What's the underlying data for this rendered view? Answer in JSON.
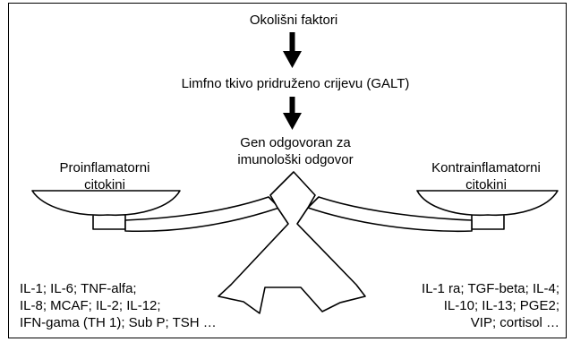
{
  "top_label": "Okolišni faktori",
  "middle_label": "Limfno tkivo pridruženo crijevu (GALT)",
  "gene_label_line1": "Gen odgovoran za",
  "gene_label_line2": "imunološki odgovor",
  "left_pan_title_line1": "Proinflamatorni",
  "left_pan_title_line2": "citokini",
  "right_pan_title_line1": "Kontrainflamatorni",
  "right_pan_title_line2": "citokini",
  "left_list": [
    "IL-1;  IL-6;  TNF-alfa;",
    "IL-8;  MCAF;  IL-2;  IL-12;",
    "IFN-gama  (TH 1);  Sub P;  TSH …"
  ],
  "right_list": [
    "IL-1 ra;  TGF-beta;  IL-4;",
    "IL-10;  IL-13;  PGE2;",
    "VIP;  cortisol …"
  ]
}
